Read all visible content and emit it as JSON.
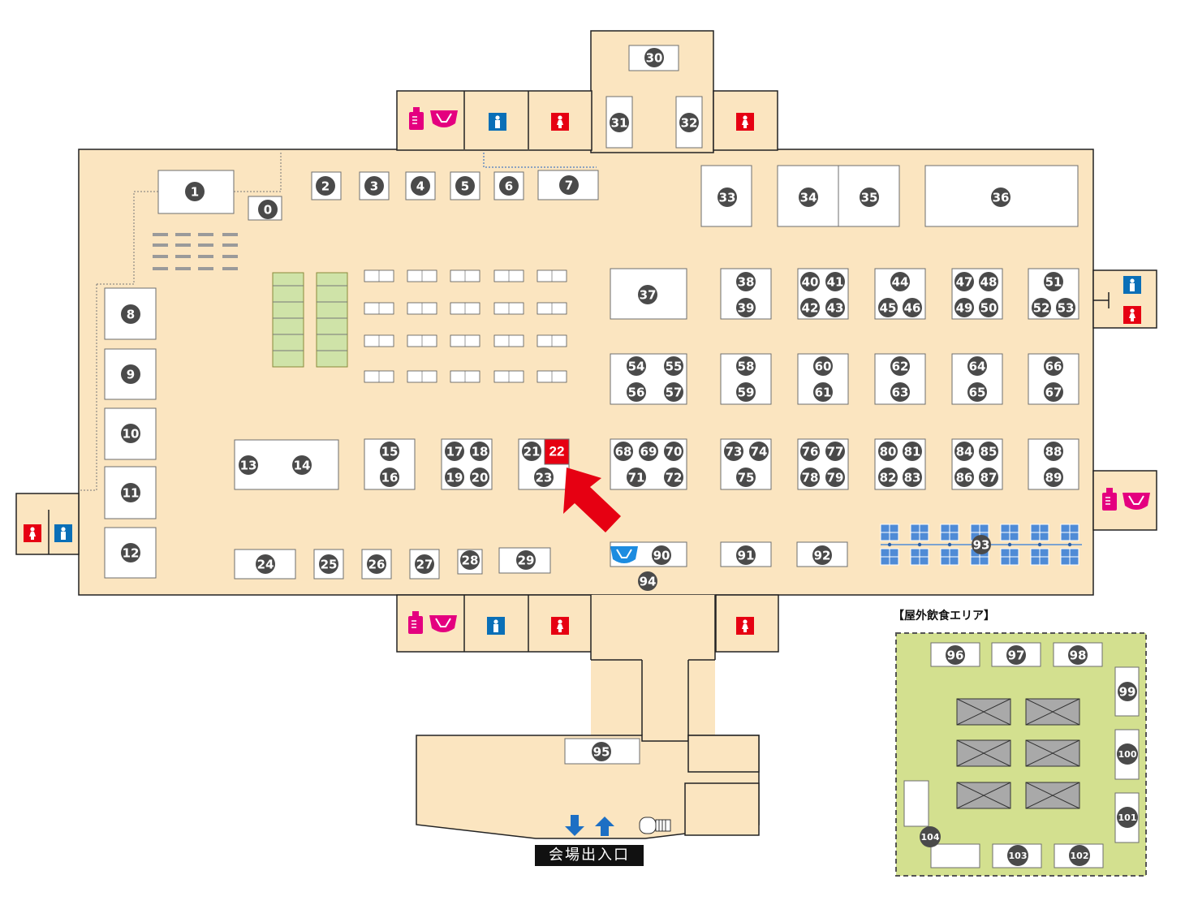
{
  "map": {
    "outdoor_area_title": "【屋外飲食エリア】",
    "entrance_label": "会場出入口",
    "highlight_booth": "22",
    "colors": {
      "floor": "#fbe5c0",
      "outdoor": "#d3e08f",
      "booth": "#ffffff",
      "marker": "#4a4a4a",
      "highlight": "#e60012",
      "arrow": "#e60012",
      "male": "#0a6fb7",
      "female": "#e60012",
      "nursing": "#e4007f",
      "diaper_blue": "#1d8ce0",
      "tatami": "#cfe3a8",
      "blue_grid": "#4f8bd6"
    },
    "booths": [
      "0",
      "1",
      "2",
      "3",
      "4",
      "5",
      "6",
      "7",
      "8",
      "9",
      "10",
      "11",
      "12",
      "13",
      "14",
      "15",
      "16",
      "17",
      "18",
      "19",
      "20",
      "21",
      "22",
      "23",
      "24",
      "25",
      "26",
      "27",
      "28",
      "29",
      "30",
      "31",
      "32",
      "33",
      "34",
      "35",
      "36",
      "37",
      "38",
      "39",
      "40",
      "41",
      "42",
      "43",
      "44",
      "45",
      "46",
      "47",
      "48",
      "49",
      "50",
      "51",
      "52",
      "53",
      "54",
      "55",
      "56",
      "57",
      "58",
      "59",
      "60",
      "61",
      "62",
      "63",
      "64",
      "65",
      "66",
      "67",
      "68",
      "69",
      "70",
      "71",
      "72",
      "73",
      "74",
      "75",
      "76",
      "77",
      "78",
      "79",
      "80",
      "81",
      "82",
      "83",
      "84",
      "85",
      "86",
      "87",
      "88",
      "89",
      "90",
      "91",
      "92",
      "93",
      "94",
      "95",
      "96",
      "97",
      "98",
      "99",
      "100",
      "101",
      "102",
      "103",
      "104"
    ],
    "icons": [
      "male-restroom-icon",
      "female-restroom-icon",
      "nursing-room-icon",
      "diaper-changing-icon",
      "entry-arrow-icon",
      "exit-arrow-icon",
      "stairs-icon",
      "location-arrow-icon"
    ]
  }
}
